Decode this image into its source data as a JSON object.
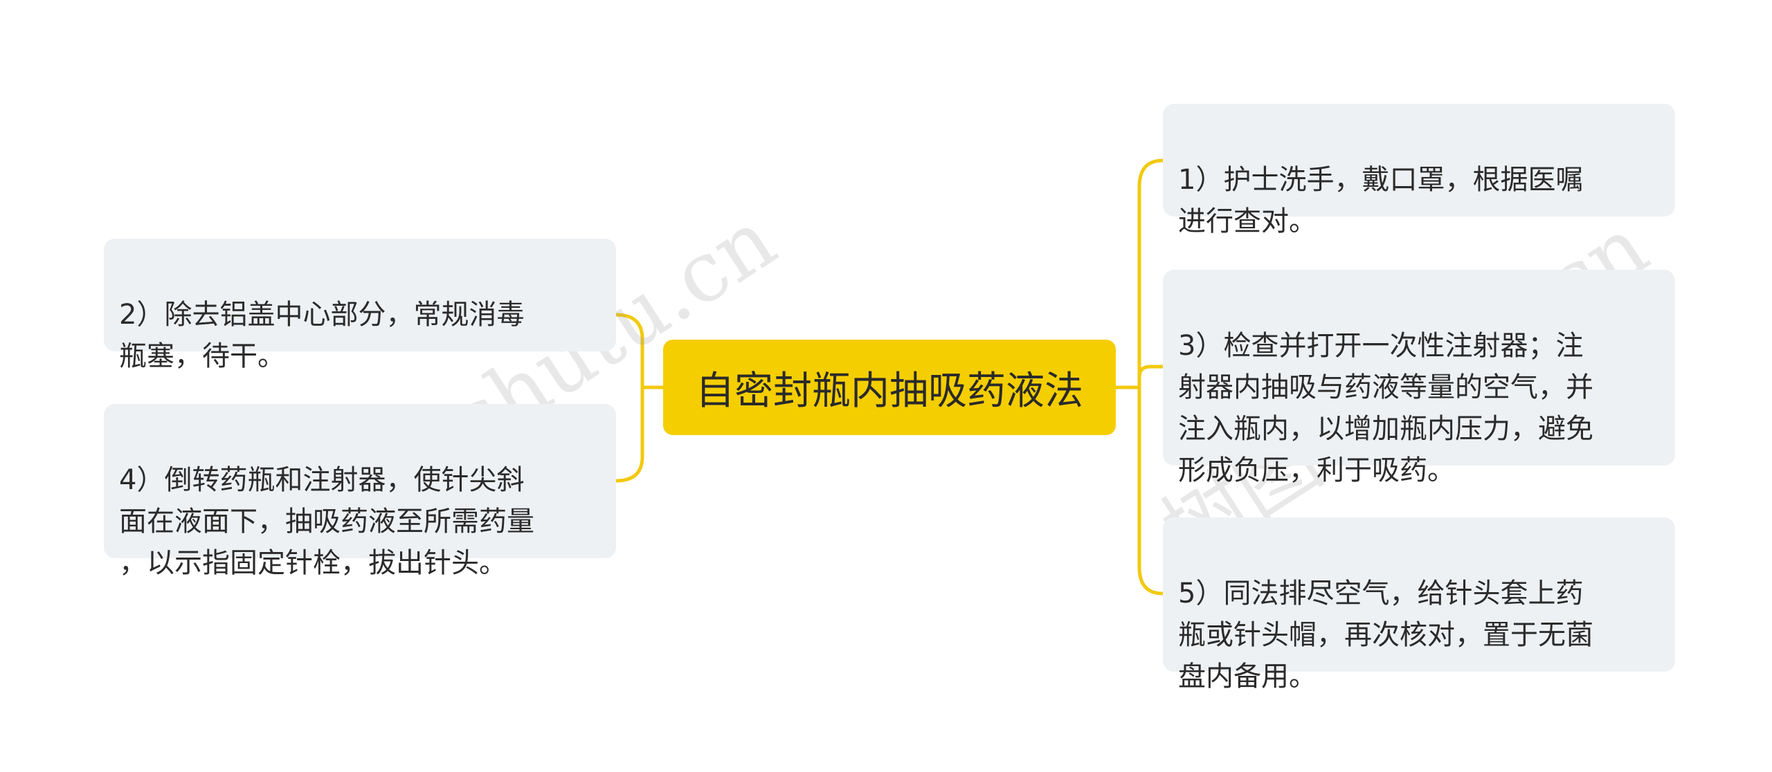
{
  "colors": {
    "accent": "#f5ce00",
    "connector": "#f2c90f",
    "node_bg": "#eef1f4",
    "text": "#2b2b2b"
  },
  "center": {
    "label": "自密封瓶内抽吸药液法"
  },
  "left_nodes": [
    {
      "label": "2）除去铝盖中心部分，常规消毒\n瓶塞，待干。"
    },
    {
      "label": "4）倒转药瓶和注射器，使针尖斜\n面在液面下，抽吸药液至所需药量\n，以示指固定针栓，拔出针头。"
    }
  ],
  "right_nodes": [
    {
      "label": "1）护士洗手，戴口罩，根据医嘱\n进行查对。"
    },
    {
      "label": "3）检查并打开一次性注射器；注\n射器内抽吸与药液等量的空气，并\n注入瓶内，以增加瓶内压力，避免\n形成负压，利于吸药。"
    },
    {
      "label": "5）同法排尽空气，给针头套上药\n瓶或针头帽，再次核对，置于无菌\n盘内备用。"
    }
  ],
  "watermarks": [
    "树图 shutu.cn",
    "树图 shutu.cn"
  ]
}
